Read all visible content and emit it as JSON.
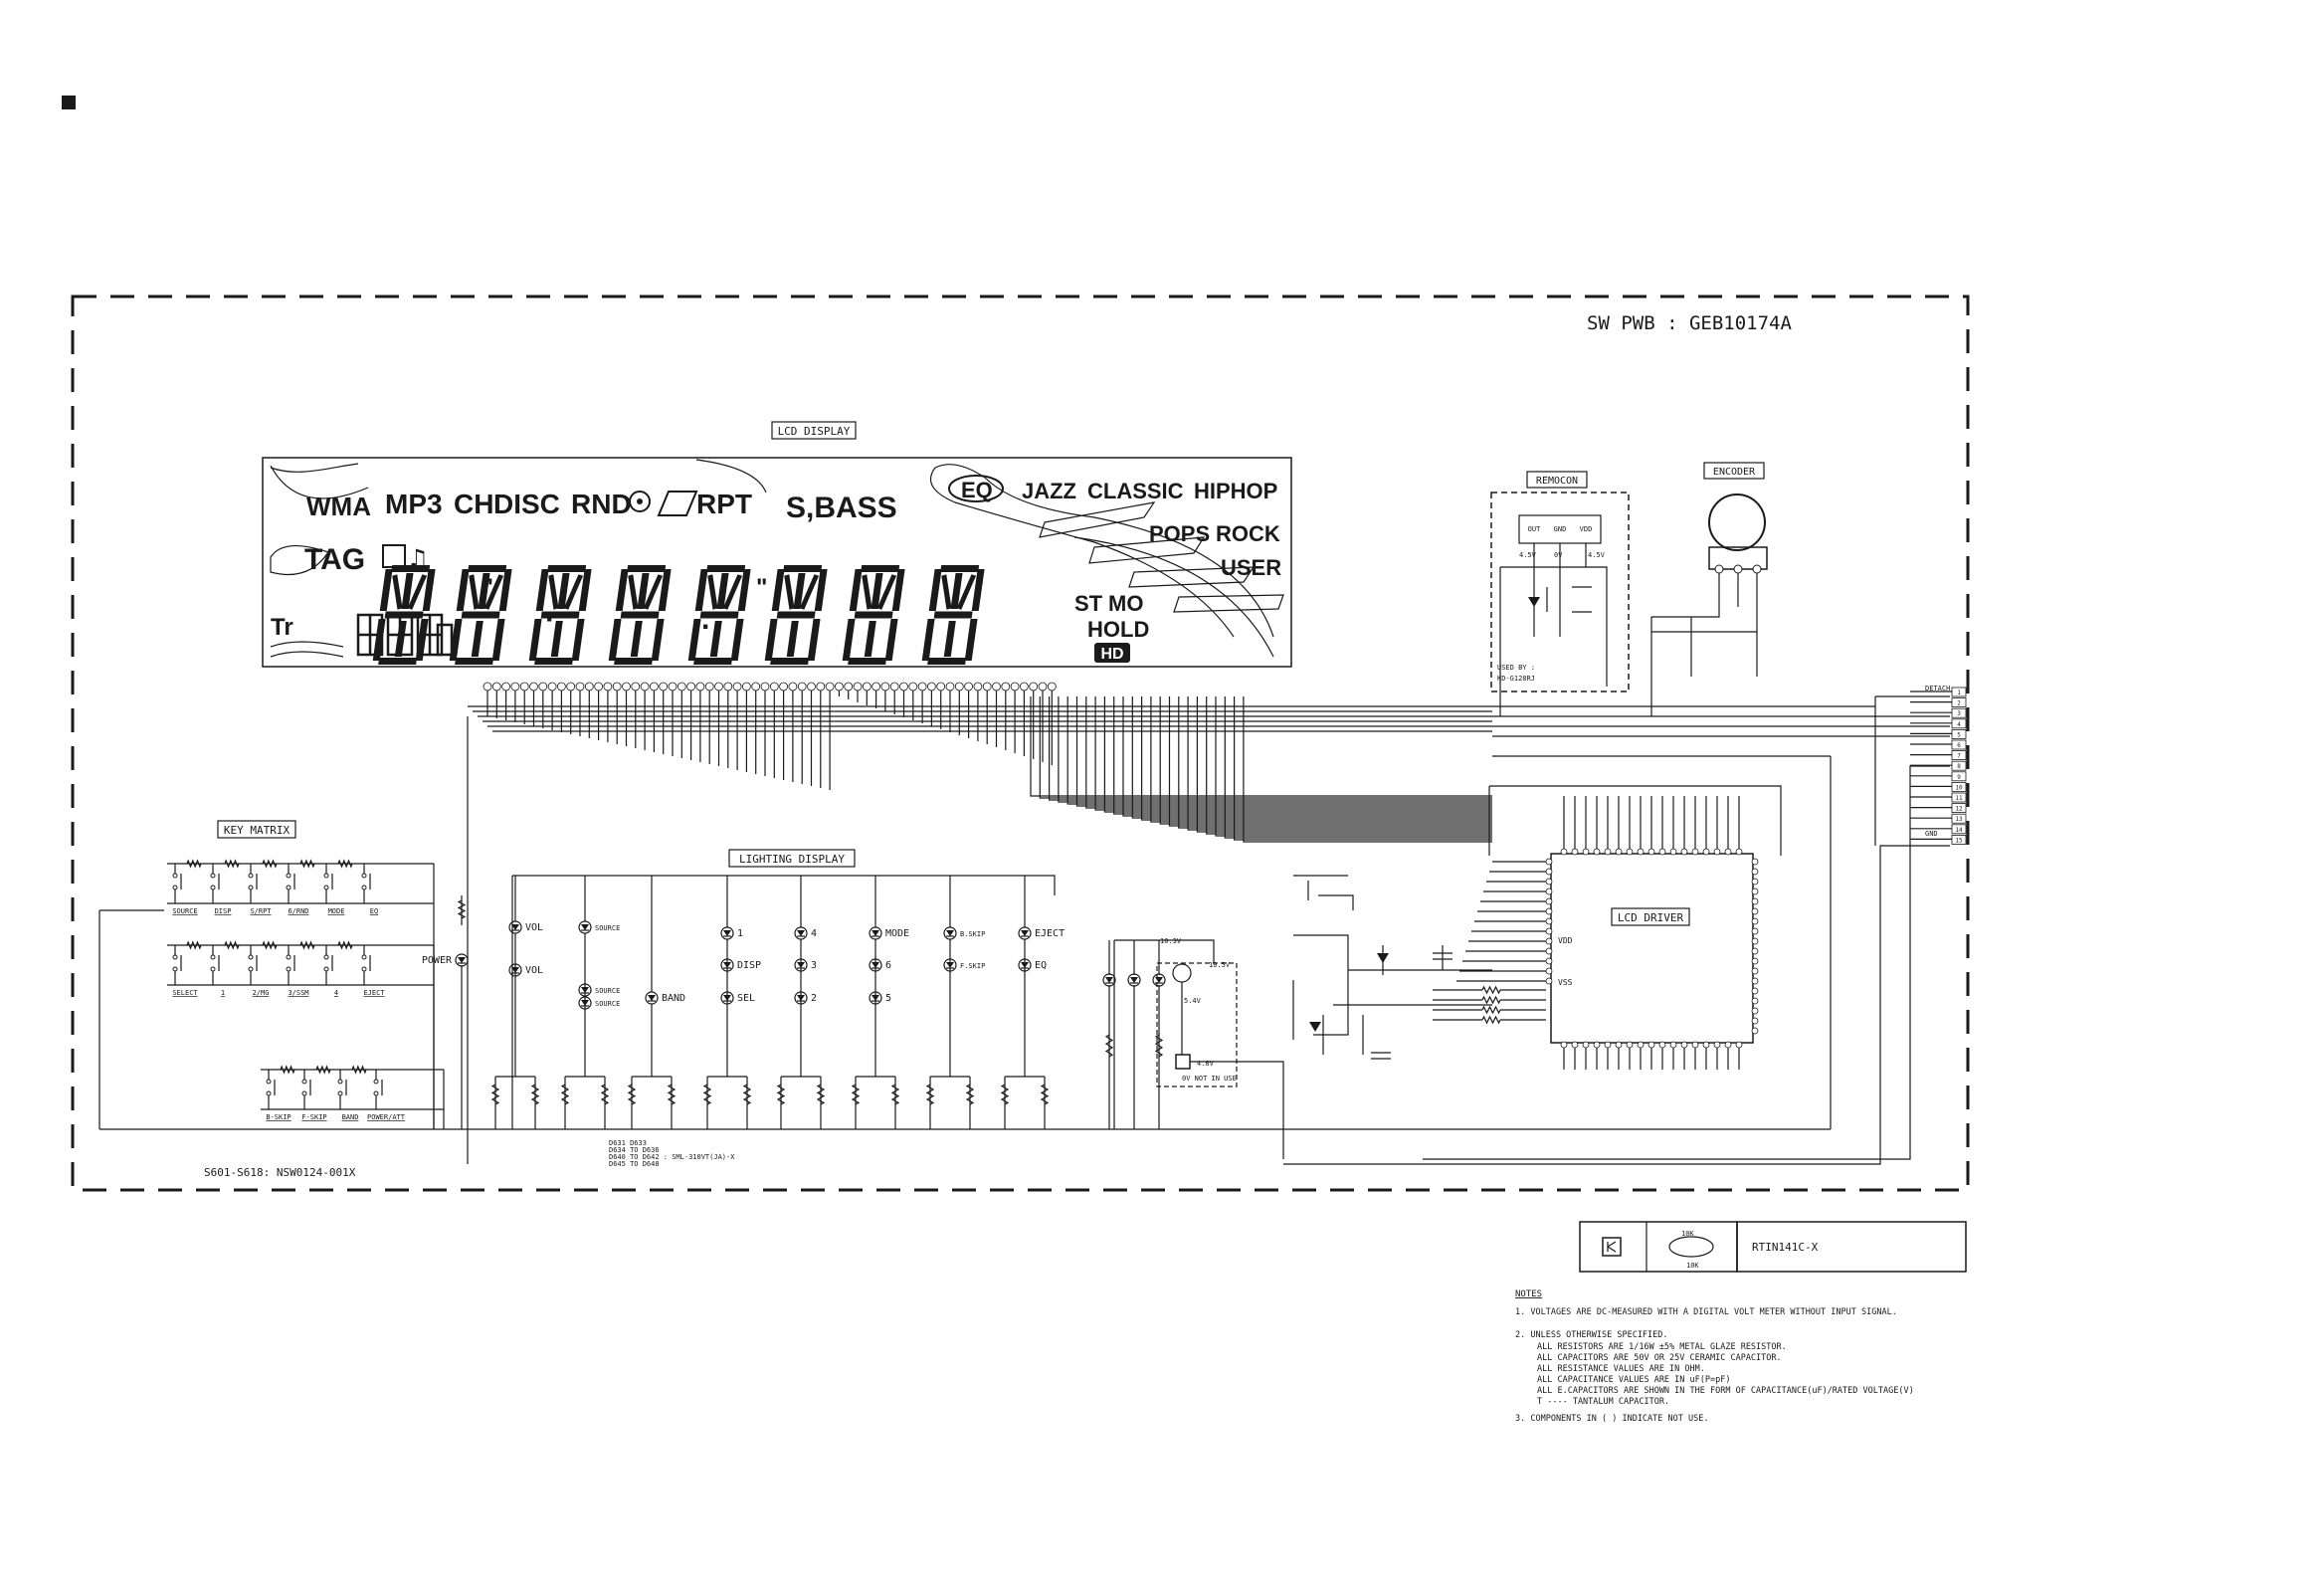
{
  "board_label": "SW PWB : GEB10174A",
  "lcd_display": {
    "label": "LCD DISPLAY",
    "indicators": [
      "WMA",
      "MP3",
      "CH",
      "DISC",
      "RND",
      "RPT",
      "S,BASS",
      "TAG",
      "Tr"
    ],
    "eq_labels": [
      "EQ",
      "JAZZ",
      "CLASSIC",
      "HIPHOP",
      "POPS",
      "ROCK",
      "USER"
    ],
    "status_labels": [
      "ST",
      "MO",
      "HOLD",
      "HD"
    ]
  },
  "key_matrix": {
    "label": "KEY MATRIX",
    "row1": [
      "SOURCE",
      "DISP",
      "S/RPT",
      "6/RND",
      "MODE",
      "EQ"
    ],
    "row2": [
      "SELECT",
      "1",
      "2/MG",
      "3/SSM",
      "4",
      "EJECT"
    ],
    "row3": [
      "B-SKIP",
      "F-SKIP",
      "BAND",
      "POWER/ATT"
    ],
    "part_note": "S601-S618: NSW0124-001X"
  },
  "lighting_display": {
    "label": "LIGHTING DISPLAY",
    "leds": [
      "POWER",
      "VOL",
      "VOL",
      "SOURCE",
      "SOURCE",
      "SOURCE",
      "BAND",
      "1",
      "4",
      "DISP",
      "3",
      "SEL",
      "2",
      "MODE",
      "6",
      "5",
      "B.SKIP",
      "EJECT",
      "F.SKIP",
      "EQ"
    ],
    "part_note": [
      "D631 D633",
      "D634 TO D636",
      "D640 TO D642 : SML-310VT(JA)-X",
      "D645 TO D648"
    ]
  },
  "remocon": {
    "label": "REMOCON",
    "pins": [
      "OUT",
      "GND",
      "VDD"
    ],
    "voltages": [
      "4.5V",
      "0V",
      "4.5V"
    ],
    "used_by": [
      "USED BY :",
      "KD-G128RJ"
    ]
  },
  "encoder": {
    "label": "ENCODER"
  },
  "lcd_driver": {
    "label": "LCD DRIVER",
    "pins": [
      "VDD",
      "VSS"
    ]
  },
  "regulator": {
    "labels": [
      "10.3V",
      "10.5V",
      "5.4V",
      "4.8V",
      "0V NOT IN USE"
    ]
  },
  "connector": {
    "pins": [
      "1",
      "2",
      "3",
      "4",
      "5",
      "6",
      "7",
      "8",
      "9",
      "10",
      "11",
      "12",
      "13",
      "14",
      "15"
    ],
    "labels": [
      "DETACH",
      "GND"
    ]
  },
  "legend": {
    "part": "RTIN141C-X",
    "values": [
      "10K",
      "10K"
    ]
  },
  "notes": {
    "title": "NOTES",
    "lines": [
      "1. VOLTAGES ARE DC-MEASURED WITH A DIGITAL VOLT METER WITHOUT INPUT SIGNAL.",
      "2. UNLESS OTHERWISE SPECIFIED.",
      "ALL RESISTORS ARE 1/16W ±5% METAL GLAZE RESISTOR.",
      "ALL CAPACITORS ARE 50V OR 25V CERAMIC CAPACITOR.",
      "ALL RESISTANCE VALUES ARE IN OHM.",
      "ALL CAPACITANCE VALUES ARE IN uF(P=pF)",
      "ALL E.CAPACITORS ARE SHOWN IN THE FORM OF CAPACITANCE(uF)/RATED VOLTAGE(V)",
      "T ---- TANTALUM CAPACITOR.",
      "3. COMPONENTS IN (   ) INDICATE NOT USE."
    ]
  }
}
